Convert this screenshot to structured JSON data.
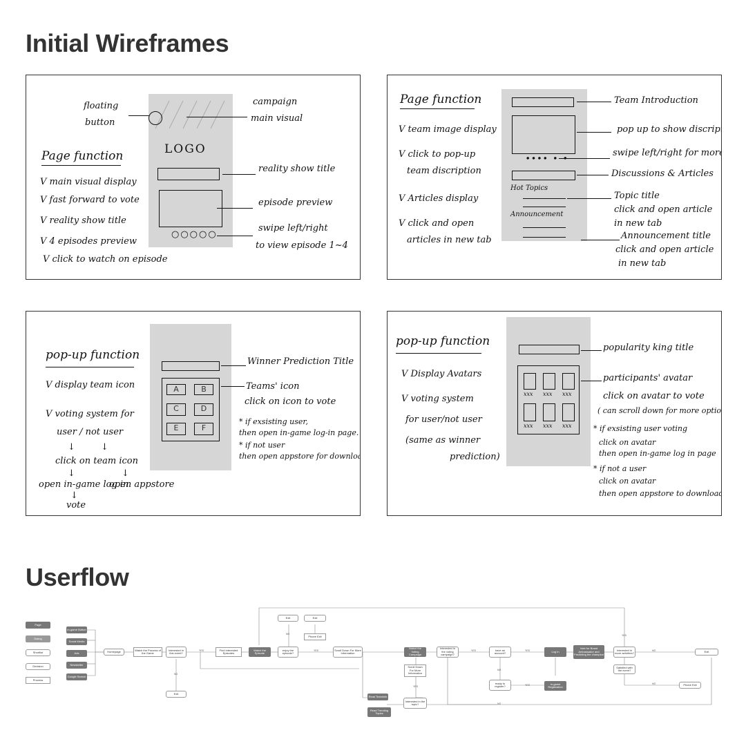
{
  "titles": {
    "wireframes": "Initial Wireframes",
    "userflow": "Userflow"
  },
  "wireframe1": {
    "floating": "floating",
    "button": "button",
    "campaign": "campaign",
    "main_visual": "main visual",
    "logo": "LOGO",
    "page_function": "Page function",
    "items": [
      "V main visual display",
      "V fast forward to vote",
      "V reality show title",
      "V 4 episodes preview",
      "V click to watch on episode"
    ],
    "reality_show_title": "reality show title",
    "episode_preview": "episode preview",
    "swipe1": "swipe left/right",
    "swipe2": "to view episode 1~4"
  },
  "wireframe2": {
    "page_function": "Page function",
    "items": [
      "V team image display",
      "V click to pop-up",
      "team discription",
      "V Articles display",
      "V click and open",
      "articles in new tab"
    ],
    "hot_topics": "Hot Topics",
    "announcement": "Announcement",
    "team_intro": "Team Introduction",
    "popup_desc": "pop up to show discription",
    "swipe_more": "swipe left/right for more",
    "discussions": "Discussions & Articles",
    "topic_title": "Topic title",
    "click_open1": "click and open article",
    "in_new_tab1": "in new tab",
    "announcement_title": "Announcement title",
    "click_open2": "click and open article",
    "in_new_tab2": "in new tab"
  },
  "wireframe3": {
    "popup_function": "pop-up function",
    "items": [
      "V display team icon",
      "V voting system for",
      "user / not user"
    ],
    "click_team_icon": "click on team icon",
    "open_ingame": "open in-game log in",
    "open_appstore": "open appstore",
    "vote": "vote",
    "cells": [
      "A",
      "B",
      "C",
      "D",
      "E",
      "F"
    ],
    "winner_title": "Winner Prediction Title",
    "teams_icon": "Teams' icon",
    "click_icon_vote": "click on icon to vote",
    "existing1": "* if exsisting user,",
    "existing2": "then open in-game log-in page.",
    "notuser1": "* if not user",
    "notuser2": "then open appstore for download"
  },
  "wireframe4": {
    "popup_function": "pop-up function",
    "items": [
      "V Display Avatars",
      "V voting system",
      "for user/not user",
      "(same as winner",
      "prediction)"
    ],
    "avatar_labels": [
      "xxx",
      "xxx",
      "xxx",
      "xxx",
      "xxx",
      "xxx"
    ],
    "popularity_title": "popularity king title",
    "participants_avatar": "participants' avatar",
    "click_avatar_vote": "click on avatar to vote",
    "scroll_note": "( can scroll down for more option)",
    "existing1": "* if exsisting user voting",
    "existing2": "click on avatar",
    "existing3": "then open in-game log in page",
    "notuser1": "* if not a user",
    "notuser2": "click on avatar",
    "notuser3": "then open appstore to download"
  },
  "userflow": {
    "legend": [
      "Page",
      "Dialog",
      "Shortlist",
      "Decision",
      "Process"
    ],
    "sources": [
      "In-game Button",
      "Social Media",
      "Ads",
      "Newsletter",
      "Google Search"
    ],
    "nodes": {
      "homepage": "Homepage",
      "watch_process": "Watch the Process of the Game",
      "interested_event": "Interested in this event?",
      "find_episode": "Find Interested Episodes",
      "watch_episode": "Watch the Episode",
      "enjoy_episode": "enjoy the episode?",
      "scroll_down_info": "Scroll Down For More Information",
      "notice_voting": "Notice the Voting Campaign",
      "interested_voting": "Interested in the voting campaign?",
      "have_account": "have an account?",
      "log_in": "Log In",
      "vote_for_idol": "Vote for Brand Ambassador and Predicting the champion",
      "interested_more": "Interested in more activities?",
      "satisfied": "Satisfied with the event?",
      "exit1": "Exit",
      "exit2": "Exit",
      "exit3": "Exit",
      "exit4": "Exit",
      "phone_exit": "Phone Exit",
      "phone_exit2": "Phone Exit",
      "scroll_more": "Scroll Down For More Information",
      "ready_register": "ready to register?",
      "ingame_registration": "In-game Registration",
      "read_teamsinfo": "Read Teaminfo",
      "read_trending": "Read Trending Topics",
      "interested_topic": "Interested in the topic?"
    },
    "labels": {
      "yes": "YES",
      "no": "NO"
    }
  }
}
